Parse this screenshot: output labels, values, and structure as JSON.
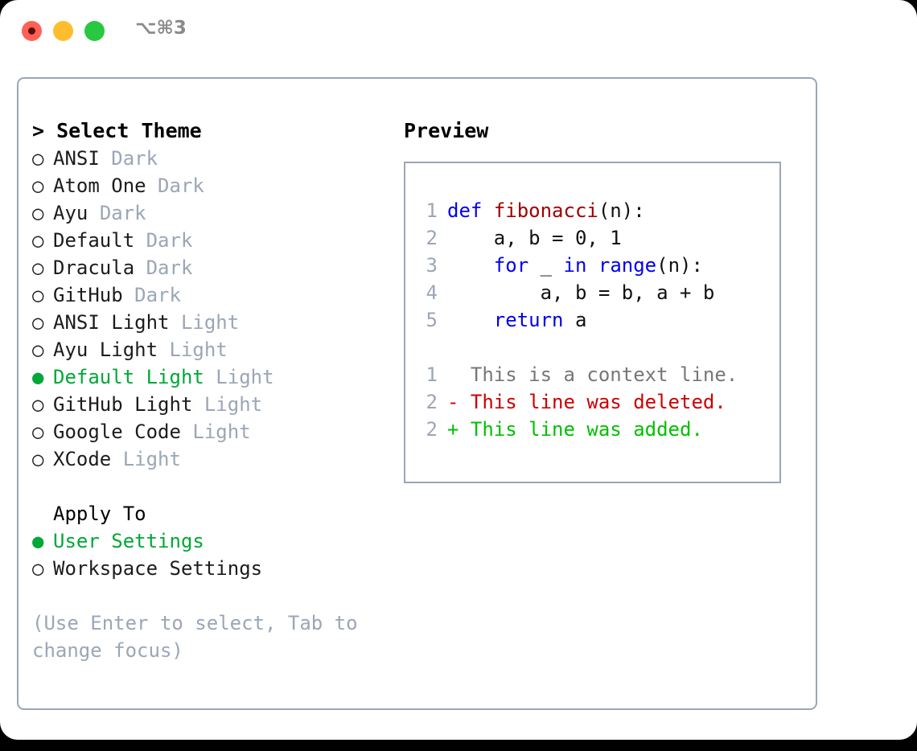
{
  "window": {
    "shortcut": "⌥⌘3",
    "traffic_lights": [
      {
        "name": "close",
        "color": "#ff6058"
      },
      {
        "name": "minimize",
        "color": "#ffbd2e"
      },
      {
        "name": "maximize",
        "color": "#28c840"
      }
    ]
  },
  "colors": {
    "border": "#9ba6b6",
    "selected_green": "#00a838",
    "muted": "#9ba6b6",
    "keyword_blue": "#0000ee",
    "function_red": "#a00000",
    "diff_add": "#00c000",
    "diff_del": "#cc0000",
    "diff_ctx": "#777777"
  },
  "theme_panel": {
    "header": "> Select Theme",
    "items": [
      {
        "marker": "○",
        "label": "ANSI",
        "category": "Dark",
        "selected": false
      },
      {
        "marker": "○",
        "label": "Atom One",
        "category": "Dark",
        "selected": false
      },
      {
        "marker": "○",
        "label": "Ayu",
        "category": "Dark",
        "selected": false
      },
      {
        "marker": "○",
        "label": "Default",
        "category": "Dark",
        "selected": false
      },
      {
        "marker": "○",
        "label": "Dracula",
        "category": "Dark",
        "selected": false
      },
      {
        "marker": "○",
        "label": "GitHub",
        "category": "Dark",
        "selected": false
      },
      {
        "marker": "○",
        "label": "ANSI Light",
        "category": "Light",
        "selected": false
      },
      {
        "marker": "○",
        "label": "Ayu Light",
        "category": "Light",
        "selected": false
      },
      {
        "marker": "●",
        "label": "Default Light",
        "category": "Light",
        "selected": true
      },
      {
        "marker": "○",
        "label": "GitHub Light",
        "category": "Light",
        "selected": false
      },
      {
        "marker": "○",
        "label": "Google Code",
        "category": "Light",
        "selected": false
      },
      {
        "marker": "○",
        "label": "XCode",
        "category": "Light",
        "selected": false
      }
    ]
  },
  "apply_to": {
    "header": "Apply To",
    "items": [
      {
        "marker": "●",
        "label": "User Settings",
        "selected": true
      },
      {
        "marker": "○",
        "label": "Workspace Settings",
        "selected": false
      }
    ]
  },
  "hint": "(Use Enter to select, Tab to change focus)",
  "preview": {
    "title": "Preview",
    "code_lines": [
      {
        "number": "1",
        "tokens": [
          {
            "text": "def",
            "type": "keyword"
          },
          {
            "text": " ",
            "type": "plain"
          },
          {
            "text": "fibonacci",
            "type": "function"
          },
          {
            "text": "(n):",
            "type": "plain"
          }
        ]
      },
      {
        "number": "2",
        "tokens": [
          {
            "text": "    a, b = 0, 1",
            "type": "plain"
          }
        ]
      },
      {
        "number": "3",
        "tokens": [
          {
            "text": "    ",
            "type": "plain"
          },
          {
            "text": "for",
            "type": "keyword"
          },
          {
            "text": " _ ",
            "type": "plain"
          },
          {
            "text": "in",
            "type": "keyword"
          },
          {
            "text": " ",
            "type": "plain"
          },
          {
            "text": "range",
            "type": "keyword"
          },
          {
            "text": "(n):",
            "type": "plain"
          }
        ]
      },
      {
        "number": "4",
        "tokens": [
          {
            "text": "        a, b = b, a + b",
            "type": "plain"
          }
        ]
      },
      {
        "number": "5",
        "tokens": [
          {
            "text": "    ",
            "type": "plain"
          },
          {
            "text": "return",
            "type": "keyword"
          },
          {
            "text": " a",
            "type": "plain"
          }
        ]
      }
    ],
    "diff_lines": [
      {
        "number": "1",
        "sign": " ",
        "text": " This is a context line.",
        "type": "context"
      },
      {
        "number": "2",
        "sign": "-",
        "text": " This line was deleted.",
        "type": "deleted"
      },
      {
        "number": "2",
        "sign": "+",
        "text": " This line was added.",
        "type": "added"
      }
    ]
  }
}
